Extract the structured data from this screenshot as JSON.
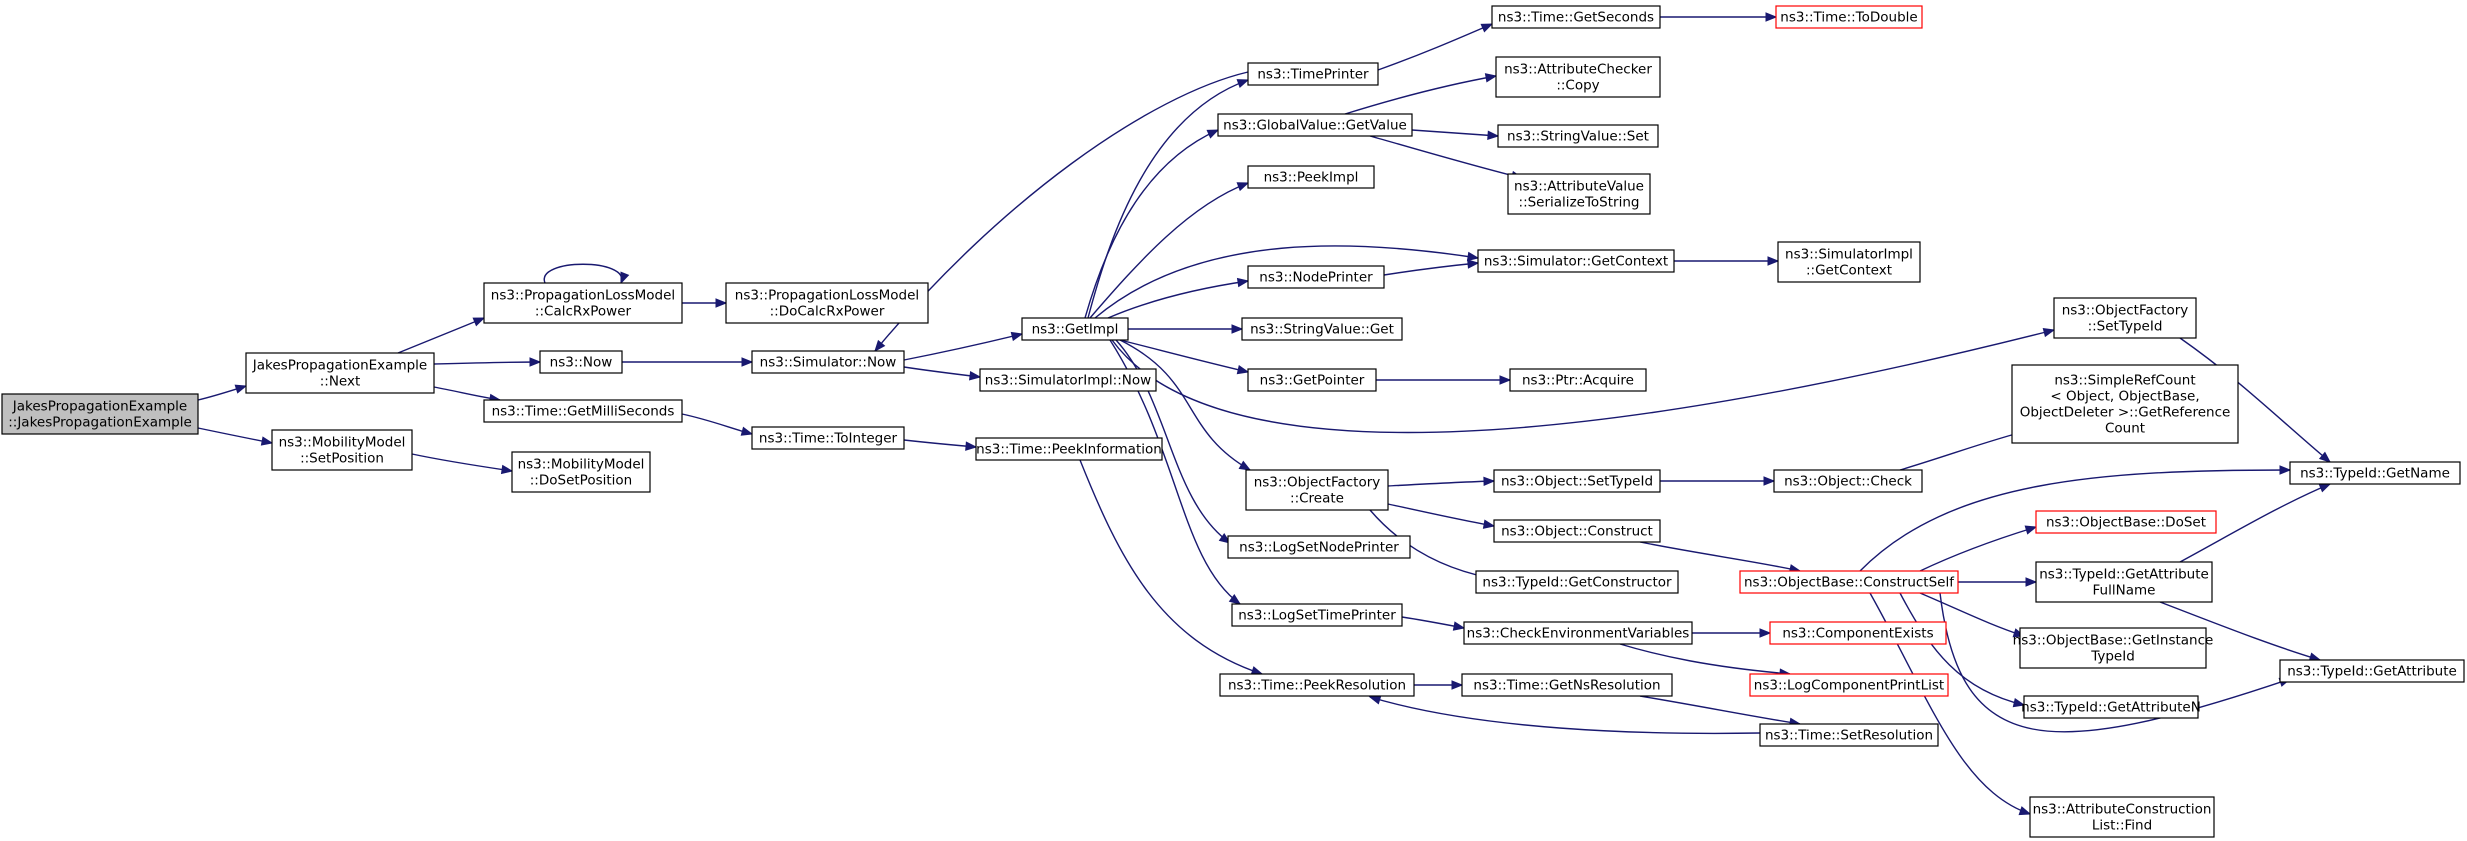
{
  "diagram": {
    "type": "call-graph",
    "colors": {
      "edge": "#191970",
      "root_fill": "#bfbfbf",
      "node_border": "#000000",
      "missing_border": "#ff0000"
    },
    "nodes": [
      {
        "id": "root",
        "lines": [
          "JakesPropagationExample",
          "::JakesPropagationExample"
        ],
        "root": true
      },
      {
        "id": "next",
        "lines": [
          "JakesPropagationExample",
          "::Next"
        ]
      },
      {
        "id": "mm_setpos",
        "lines": [
          "ns3::MobilityModel",
          "::SetPosition"
        ]
      },
      {
        "id": "calcrx",
        "lines": [
          "ns3::PropagationLossModel",
          "::CalcRxPower"
        ]
      },
      {
        "id": "docalcrx",
        "lines": [
          "ns3::PropagationLossModel",
          "::DoCalcRxPower"
        ]
      },
      {
        "id": "now",
        "lines": [
          "ns3::Now"
        ]
      },
      {
        "id": "getmilli",
        "lines": [
          "ns3::Time::GetMilliSeconds"
        ]
      },
      {
        "id": "dosetpos",
        "lines": [
          "ns3::MobilityModel",
          "::DoSetPosition"
        ]
      },
      {
        "id": "simnow",
        "lines": [
          "ns3::Simulator::Now"
        ]
      },
      {
        "id": "tointeger",
        "lines": [
          "ns3::Time::ToInteger"
        ]
      },
      {
        "id": "getimpl",
        "lines": [
          "ns3::GetImpl"
        ]
      },
      {
        "id": "simimplnow",
        "lines": [
          "ns3::SimulatorImpl::Now"
        ]
      },
      {
        "id": "peekinfo",
        "lines": [
          "ns3::Time::PeekInformation"
        ]
      },
      {
        "id": "timeprinter",
        "lines": [
          "ns3::TimePrinter"
        ]
      },
      {
        "id": "gv_getvalue",
        "lines": [
          "ns3::GlobalValue::GetValue"
        ]
      },
      {
        "id": "peekimpl",
        "lines": [
          "ns3::PeekImpl"
        ]
      },
      {
        "id": "nodeprinter",
        "lines": [
          "ns3::NodePrinter"
        ]
      },
      {
        "id": "sv_get",
        "lines": [
          "ns3::StringValue::Get"
        ]
      },
      {
        "id": "getpointer",
        "lines": [
          "ns3::GetPointer"
        ]
      },
      {
        "id": "of_create",
        "lines": [
          "ns3::ObjectFactory",
          "::Create"
        ]
      },
      {
        "id": "logsetnode",
        "lines": [
          "ns3::LogSetNodePrinter"
        ]
      },
      {
        "id": "logsettime",
        "lines": [
          "ns3::LogSetTimePrinter"
        ]
      },
      {
        "id": "peekres",
        "lines": [
          "ns3::Time::PeekResolution"
        ]
      },
      {
        "id": "getseconds",
        "lines": [
          "ns3::Time::GetSeconds"
        ]
      },
      {
        "id": "ac_copy",
        "lines": [
          "ns3::AttributeChecker",
          "::Copy"
        ]
      },
      {
        "id": "sv_set",
        "lines": [
          "ns3::StringValue::Set"
        ]
      },
      {
        "id": "av_ser",
        "lines": [
          "ns3::AttributeValue",
          "::SerializeToString"
        ]
      },
      {
        "id": "sim_getctx",
        "lines": [
          "ns3::Simulator::GetContext"
        ]
      },
      {
        "id": "ptr_acquire",
        "lines": [
          "ns3::Ptr::Acquire"
        ]
      },
      {
        "id": "obj_settypeid",
        "lines": [
          "ns3::Object::SetTypeId"
        ]
      },
      {
        "id": "obj_construct",
        "lines": [
          "ns3::Object::Construct"
        ]
      },
      {
        "id": "tid_getctor",
        "lines": [
          "ns3::TypeId::GetConstructor"
        ]
      },
      {
        "id": "checkenv",
        "lines": [
          "ns3::CheckEnvironmentVariables"
        ]
      },
      {
        "id": "getnsres",
        "lines": [
          "ns3::Time::GetNsResolution"
        ]
      },
      {
        "id": "setres",
        "lines": [
          "ns3::Time::SetResolution"
        ]
      },
      {
        "id": "todouble",
        "lines": [
          "ns3::Time::ToDouble"
        ],
        "red": true
      },
      {
        "id": "simimpl_getctx",
        "lines": [
          "ns3::SimulatorImpl",
          "::GetContext"
        ]
      },
      {
        "id": "obj_check",
        "lines": [
          "ns3::Object::Check"
        ]
      },
      {
        "id": "ob_constructself",
        "lines": [
          "ns3::ObjectBase::ConstructSelf"
        ],
        "red": true
      },
      {
        "id": "compexists",
        "lines": [
          "ns3::ComponentExists"
        ],
        "red": true
      },
      {
        "id": "logcompprint",
        "lines": [
          "ns3::LogComponentPrintList"
        ],
        "red": true
      },
      {
        "id": "of_settypeid",
        "lines": [
          "ns3::ObjectFactory",
          "::SetTypeId"
        ]
      },
      {
        "id": "srcount",
        "lines": [
          "ns3::SimpleRefCount",
          "< Object, ObjectBase,",
          "ObjectDeleter >::GetReference",
          "Count"
        ]
      },
      {
        "id": "ob_doset",
        "lines": [
          "ns3::ObjectBase::DoSet"
        ],
        "red": true
      },
      {
        "id": "tid_getattrfull",
        "lines": [
          "ns3::TypeId::GetAttribute",
          "FullName"
        ]
      },
      {
        "id": "ob_getinst",
        "lines": [
          "ns3::ObjectBase::GetInstance",
          "TypeId"
        ]
      },
      {
        "id": "tid_getattrn",
        "lines": [
          "ns3::TypeId::GetAttributeN"
        ]
      },
      {
        "id": "acl_find",
        "lines": [
          "ns3::AttributeConstruction",
          "List::Find"
        ]
      },
      {
        "id": "tid_getname",
        "lines": [
          "ns3::TypeId::GetName"
        ]
      },
      {
        "id": "tid_getattr",
        "lines": [
          "ns3::TypeId::GetAttribute"
        ]
      }
    ],
    "edges": [
      [
        "root",
        "next"
      ],
      [
        "root",
        "mm_setpos"
      ],
      [
        "next",
        "calcrx"
      ],
      [
        "next",
        "now"
      ],
      [
        "next",
        "getmilli"
      ],
      [
        "calcrx",
        "calcrx"
      ],
      [
        "calcrx",
        "docalcrx"
      ],
      [
        "now",
        "simnow"
      ],
      [
        "getmilli",
        "tointeger"
      ],
      [
        "mm_setpos",
        "dosetpos"
      ],
      [
        "simnow",
        "getimpl"
      ],
      [
        "simnow",
        "simimplnow"
      ],
      [
        "tointeger",
        "peekinfo"
      ],
      [
        "getimpl",
        "timeprinter"
      ],
      [
        "getimpl",
        "gv_getvalue"
      ],
      [
        "getimpl",
        "peekimpl"
      ],
      [
        "getimpl",
        "sim_getctx"
      ],
      [
        "getimpl",
        "nodeprinter"
      ],
      [
        "getimpl",
        "sv_get"
      ],
      [
        "getimpl",
        "getpointer"
      ],
      [
        "getimpl",
        "of_settypeid"
      ],
      [
        "getimpl",
        "of_create"
      ],
      [
        "getimpl",
        "logsetnode"
      ],
      [
        "getimpl",
        "logsettime"
      ],
      [
        "timeprinter",
        "simnow"
      ],
      [
        "timeprinter",
        "getseconds"
      ],
      [
        "peekinfo",
        "peekres"
      ],
      [
        "gv_getvalue",
        "ac_copy"
      ],
      [
        "gv_getvalue",
        "sv_set"
      ],
      [
        "gv_getvalue",
        "av_ser"
      ],
      [
        "nodeprinter",
        "sim_getctx"
      ],
      [
        "getpointer",
        "ptr_acquire"
      ],
      [
        "of_create",
        "obj_settypeid"
      ],
      [
        "of_create",
        "obj_construct"
      ],
      [
        "of_create",
        "tid_getctor"
      ],
      [
        "logsettime",
        "checkenv"
      ],
      [
        "peekres",
        "getnsres"
      ],
      [
        "getseconds",
        "todouble"
      ],
      [
        "sim_getctx",
        "simimpl_getctx"
      ],
      [
        "obj_settypeid",
        "obj_check"
      ],
      [
        "obj_construct",
        "ob_constructself"
      ],
      [
        "checkenv",
        "compexists"
      ],
      [
        "checkenv",
        "logcompprint"
      ],
      [
        "getnsres",
        "setres"
      ],
      [
        "setres",
        "peekres"
      ],
      [
        "obj_check",
        "srcount"
      ],
      [
        "ob_constructself",
        "tid_getname"
      ],
      [
        "ob_constructself",
        "ob_doset"
      ],
      [
        "ob_constructself",
        "tid_getattrfull"
      ],
      [
        "ob_constructself",
        "ob_getinst"
      ],
      [
        "ob_constructself",
        "tid_getattrn"
      ],
      [
        "ob_constructself",
        "tid_getattr"
      ],
      [
        "ob_constructself",
        "acl_find"
      ],
      [
        "of_settypeid",
        "tid_getname"
      ],
      [
        "tid_getattrfull",
        "tid_getname"
      ],
      [
        "tid_getattrfull",
        "tid_getattr"
      ]
    ]
  }
}
